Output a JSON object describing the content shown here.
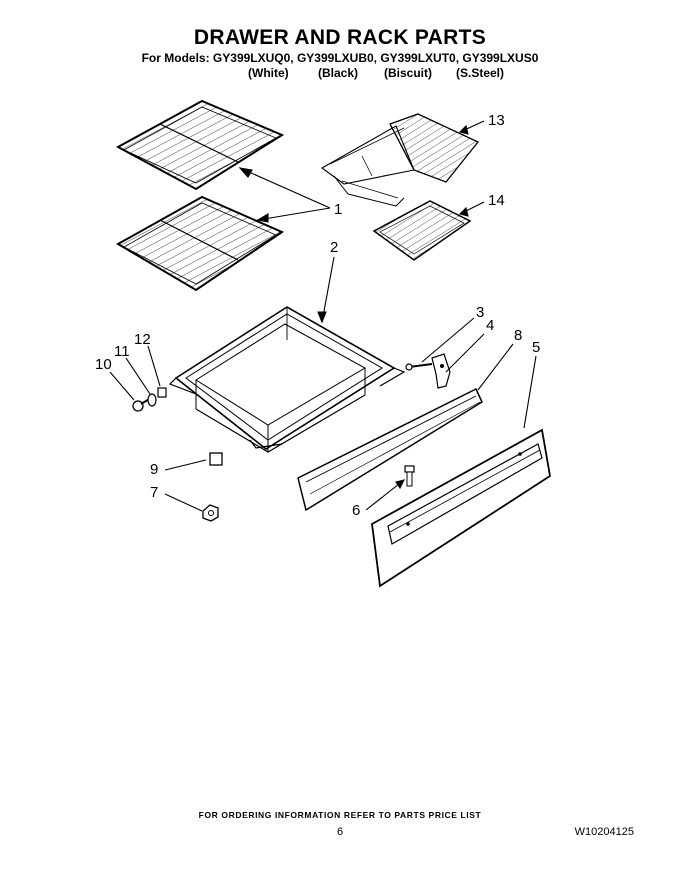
{
  "header": {
    "title": "DRAWER AND RACK PARTS",
    "models_line": "For Models: GY399LXUQ0, GY399LXUB0, GY399LXUT0, GY399LXUS0",
    "colors": [
      "(White)",
      "(Black)",
      "(Biscuit)",
      "(S.Steel)"
    ]
  },
  "callouts": {
    "c1": "1",
    "c2": "2",
    "c3": "3",
    "c4": "4",
    "c5": "5",
    "c6": "6",
    "c7": "7",
    "c8": "8",
    "c9": "9",
    "c10": "10",
    "c11": "11",
    "c12": "12",
    "c13": "13",
    "c14": "14"
  },
  "footer": {
    "note": "FOR ORDERING INFORMATION REFER TO PARTS PRICE LIST",
    "page_number": "6",
    "doc_number": "W10204125"
  }
}
